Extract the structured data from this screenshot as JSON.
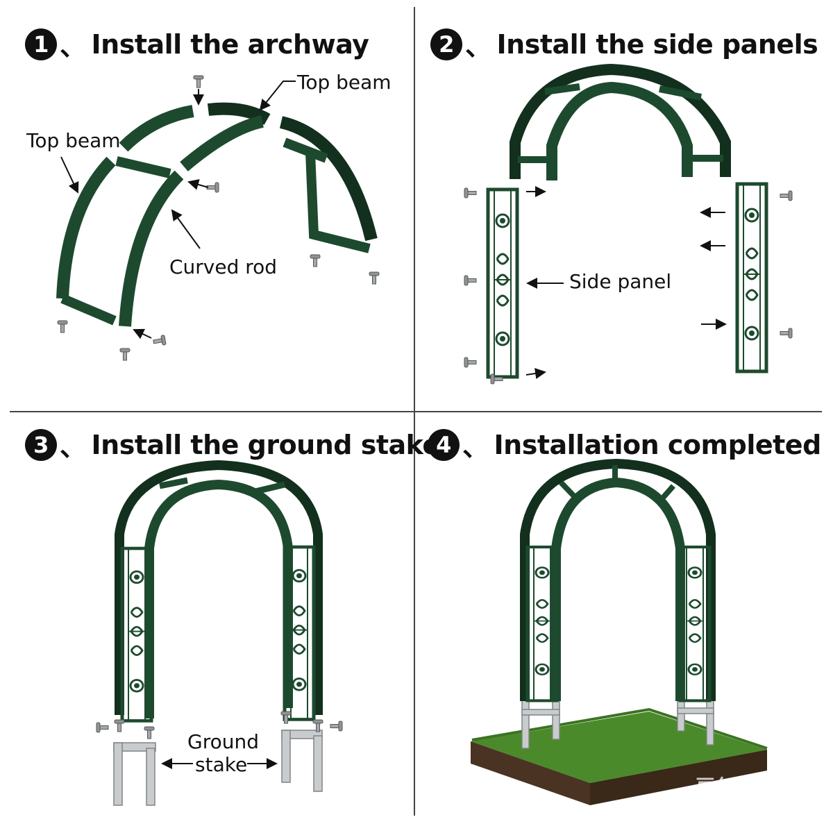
{
  "colors": {
    "frame_green": "#1d4a2e",
    "frame_dark": "#12301d",
    "stake_gray": "#c9cccd",
    "grass": "#4b8a2a",
    "soil": "#4a3322"
  },
  "steps": [
    {
      "number": "1",
      "separator": "、",
      "title": "Install the archway"
    },
    {
      "number": "2",
      "separator": "、",
      "title": "Install the side panels"
    },
    {
      "number": "3",
      "separator": "、",
      "title": "Install the ground stakes"
    },
    {
      "number": "4",
      "separator": "、",
      "title": "Installation completed"
    }
  ],
  "labels": {
    "top_beam_right": "Top beam",
    "top_beam_left": "Top beam",
    "curved_rod": "Curved rod",
    "side_panel": "Side panel",
    "ground_stake_line1": "Ground",
    "ground_stake_line2": "stake"
  },
  "watermark": "豆包AI生成",
  "icons": [
    "screw-icon",
    "arrow-icon"
  ]
}
